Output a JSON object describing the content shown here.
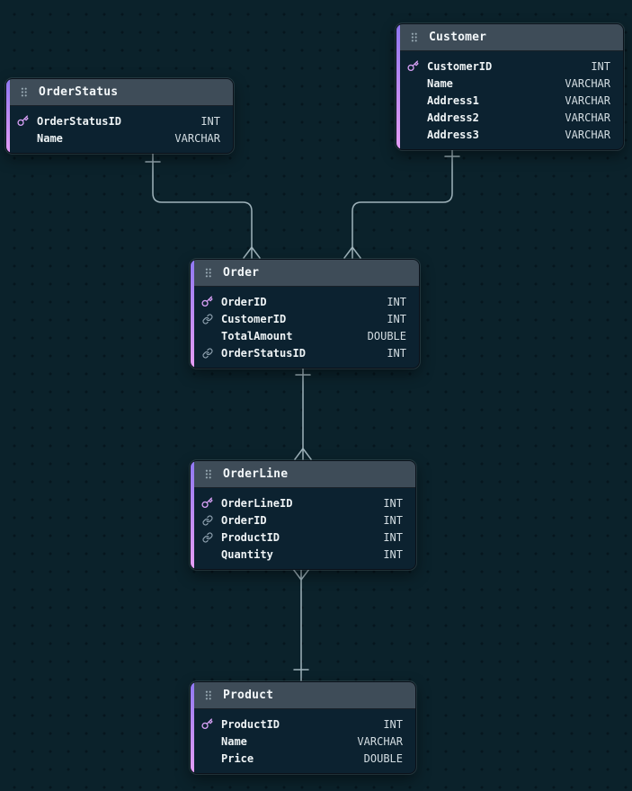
{
  "diagram": {
    "tool": "database-schema-diagram",
    "tables": [
      {
        "name": "OrderStatus",
        "fields": [
          {
            "name": "OrderStatusID",
            "type": "INT",
            "key": "primary"
          },
          {
            "name": "Name",
            "type": "VARCHAR",
            "key": ""
          }
        ]
      },
      {
        "name": "Customer",
        "fields": [
          {
            "name": "CustomerID",
            "type": "INT",
            "key": "primary"
          },
          {
            "name": "Name",
            "type": "VARCHAR",
            "key": ""
          },
          {
            "name": "Address1",
            "type": "VARCHAR",
            "key": ""
          },
          {
            "name": "Address2",
            "type": "VARCHAR",
            "key": ""
          },
          {
            "name": "Address3",
            "type": "VARCHAR",
            "key": ""
          }
        ]
      },
      {
        "name": "Order",
        "fields": [
          {
            "name": "OrderID",
            "type": "INT",
            "key": "primary"
          },
          {
            "name": "CustomerID",
            "type": "INT",
            "key": "foreign"
          },
          {
            "name": "TotalAmount",
            "type": "DOUBLE",
            "key": ""
          },
          {
            "name": "OrderStatusID",
            "type": "INT",
            "key": "foreign"
          }
        ]
      },
      {
        "name": "OrderLine",
        "fields": [
          {
            "name": "OrderLineID",
            "type": "INT",
            "key": "primary"
          },
          {
            "name": "OrderID",
            "type": "INT",
            "key": "foreign"
          },
          {
            "name": "ProductID",
            "type": "INT",
            "key": "foreign"
          },
          {
            "name": "Quantity",
            "type": "INT",
            "key": ""
          }
        ]
      },
      {
        "name": "Product",
        "fields": [
          {
            "name": "ProductID",
            "type": "INT",
            "key": "primary"
          },
          {
            "name": "Name",
            "type": "VARCHAR",
            "key": ""
          },
          {
            "name": "Price",
            "type": "DOUBLE",
            "key": ""
          }
        ]
      }
    ],
    "relationships": [
      {
        "from": "OrderStatus",
        "to": "Order",
        "cardinality": "one-to-many"
      },
      {
        "from": "Customer",
        "to": "Order",
        "cardinality": "one-to-many"
      },
      {
        "from": "Order",
        "to": "OrderLine",
        "cardinality": "one-to-many"
      },
      {
        "from": "Product",
        "to": "OrderLine",
        "cardinality": "one-to-many"
      }
    ],
    "icons": {
      "drag_handle": "grip-vertical-icon",
      "primary_key": "key-icon",
      "foreign_key": "link-icon"
    },
    "colors": {
      "canvas": "#0b222b",
      "grid_dot": "#06161e",
      "table_body": "#0c2230",
      "table_header": "#3e4c58",
      "accent_gradient_top": "#8f78f2",
      "accent_gradient_bottom": "#e59df5",
      "primary_key_icon": "#d9a1f7",
      "foreign_key_icon": "#8fa2b0",
      "edge_line": "#9fb3bb",
      "title_text": "#f3f7f9",
      "field_text": "#eef3f5",
      "type_text": "#d3dde2"
    }
  }
}
